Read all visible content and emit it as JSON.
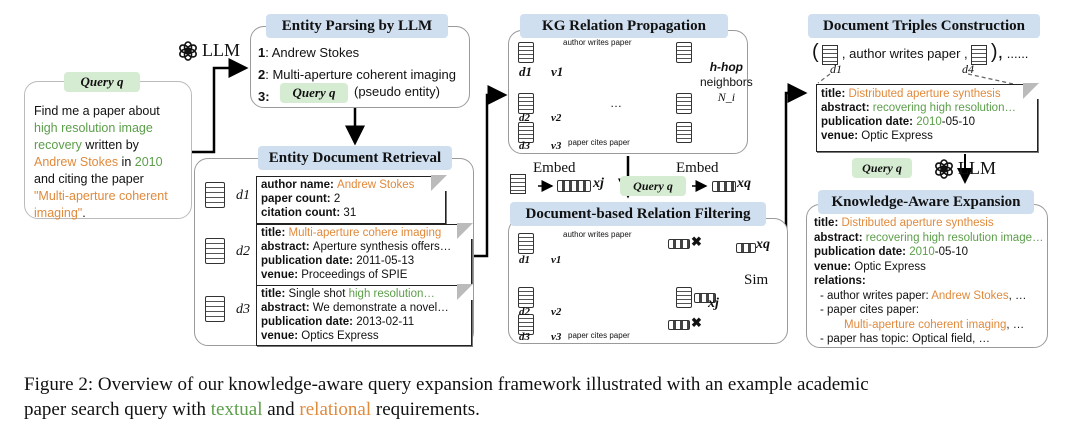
{
  "query_box": {
    "label": "Query q",
    "text_1": "Find me a paper about",
    "text_2": "high resolution image",
    "text_3": "recovery",
    "text_4": " written by",
    "text_5": "Andrew Stokes",
    "text_6": " in ",
    "text_7": "2010",
    "text_8": "and citing the paper",
    "text_9": "\"Multi-aperture coherent",
    "text_10": "imaging\"",
    "text_11": "."
  },
  "llm_label": "LLM",
  "entity_parsing": {
    "title": "Entity Parsing by LLM",
    "item1_num": "1",
    "item1": ": Andrew Stokes",
    "item2_num": "2",
    "item2": ": Multi-aperture coherent imaging",
    "item3_num": "3",
    "item3_chip": "Query q",
    "item3_text": "(pseudo entity)"
  },
  "entity_retrieval": {
    "title": "Entity Document Retrieval",
    "doc1": {
      "name": "d1",
      "l1k": "author name: ",
      "l1v": "Andrew Stokes",
      "l2k": "paper count: ",
      "l2v": "2",
      "l3k": "citation count: ",
      "l3v": "31"
    },
    "doc2": {
      "name": "d2",
      "l1k": "title: ",
      "l1v": "Multi-aperture cohere imaging",
      "l2k": "abstract: ",
      "l2v": "Aperture synthesis offers…",
      "l3k": "publication date: ",
      "l3v": "2011-05-13",
      "l4k": "venue: ",
      "l4v": "Proceedings of SPIE"
    },
    "doc3": {
      "name": "d3",
      "l1k": "title: ",
      "l1a": "Single shot ",
      "l1v": "high resolution…",
      "l2k": "abstract: ",
      "l2v": "We demonstrate a novel…",
      "l3k": "publication date: ",
      "l3v": "2013-02-11",
      "l4k": "venue: ",
      "l4v": "Optics Express"
    }
  },
  "kg_prop": {
    "title": "KG Relation Propagation",
    "rel_top": "author writes paper",
    "rel_bottom": "paper cites paper",
    "hop_1": "h-hop",
    "hop_2": "neighbors",
    "hop_3": "N_i",
    "d1": "d1",
    "d2": "d2",
    "d3": "d3",
    "v1": "v1",
    "v2": "v2",
    "v3": "v3",
    "dots": "…"
  },
  "embed": {
    "label_left": "Embed",
    "label_right": "Embed",
    "xj": "xj",
    "xq": "xq",
    "chip": "Query q"
  },
  "filtering": {
    "title": "Document-based Relation Filtering",
    "rel_top": "author writes paper",
    "rel_bottom": "paper cites paper",
    "sim": "Sim",
    "xq": "xq",
    "xj": "xj"
  },
  "doc_triples": {
    "title": "Document Triples Construction",
    "paren_open": "(",
    "middle": ", author writes paper ,",
    "paren_close": "),",
    "ellipsis": "......",
    "d1": "d1",
    "d4": "d4",
    "card": {
      "l1k": "title: ",
      "l1v": "Distributed aperture synthesis",
      "l2k": "abstract: ",
      "l2v": "recovering high resolution…",
      "l3k": "publication date: ",
      "l3a": "2010",
      "l3b": "-05-10",
      "l4k": "venue: ",
      "l4v": "Optic Express"
    },
    "chip": "Query q",
    "llm": "LLM"
  },
  "expansion": {
    "title": "Knowledge-Aware Expansion",
    "l1k": "title: ",
    "l1v": "Distributed aperture synthesis",
    "l2k": "abstract: ",
    "l2v": "recovering high resolution image…",
    "l3k": "publication date: ",
    "l3a": "2010",
    "l3b": "-05-10",
    "l4k": "venue: ",
    "l4v": "Optic Express",
    "l5k": "relations:",
    "r1a": "- author writes paper: ",
    "r1b": "Andrew Stokes",
    "r1c": ", …",
    "r2a": "- paper cites paper:",
    "r3a": "Multi-aperture coherent imaging",
    "r3b": ", …",
    "r4a": "- paper has topic: Optical field, …"
  },
  "caption": {
    "line1": "Figure 2: Overview of our knowledge-aware query expansion framework illustrated with an example academic",
    "line2a": "paper search query with ",
    "line2b": "textual",
    "line2c": " and ",
    "line2d": "relational",
    "line2e": " requirements."
  },
  "colors": {
    "green": "#5c9e4a",
    "orange": "#e08a3c",
    "header_bg": "#cfdff0",
    "chip_bg": "#d6ecd2",
    "node_orange": "#f4c89a"
  }
}
